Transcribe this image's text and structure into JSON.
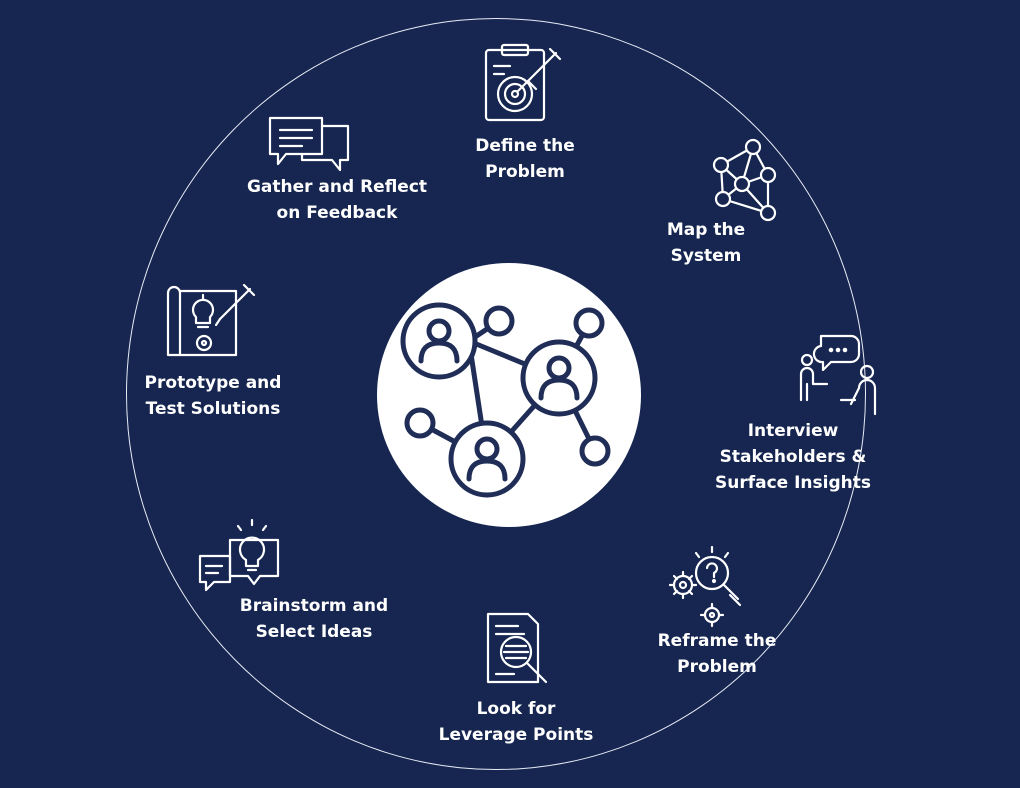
{
  "colors": {
    "background": "#162650",
    "ring": "#e8ecf5",
    "hub": "#ffffff",
    "hub_icon": "#1f2d57",
    "text": "#ffffff"
  },
  "steps": [
    {
      "label": "Define the\nProblem",
      "icon": "clipboard-target-icon"
    },
    {
      "label": "Map the\nSystem",
      "icon": "network-nodes-icon"
    },
    {
      "label": "Interview\nStakeholders &\nSurface Insights",
      "icon": "interview-chat-icon"
    },
    {
      "label": "Reframe the\nProblem",
      "icon": "question-gears-icon"
    },
    {
      "label": "Look for\nLeverage Points",
      "icon": "document-magnifier-icon"
    },
    {
      "label": "Brainstorm and\nSelect Ideas",
      "icon": "lightbulb-chat-icon"
    },
    {
      "label": "Prototype and\nTest Solutions",
      "icon": "blueprint-pencil-icon"
    },
    {
      "label": "Gather and Reflect\non Feedback",
      "icon": "chat-bubbles-icon"
    }
  ],
  "hub": {
    "icon": "people-network-icon"
  }
}
